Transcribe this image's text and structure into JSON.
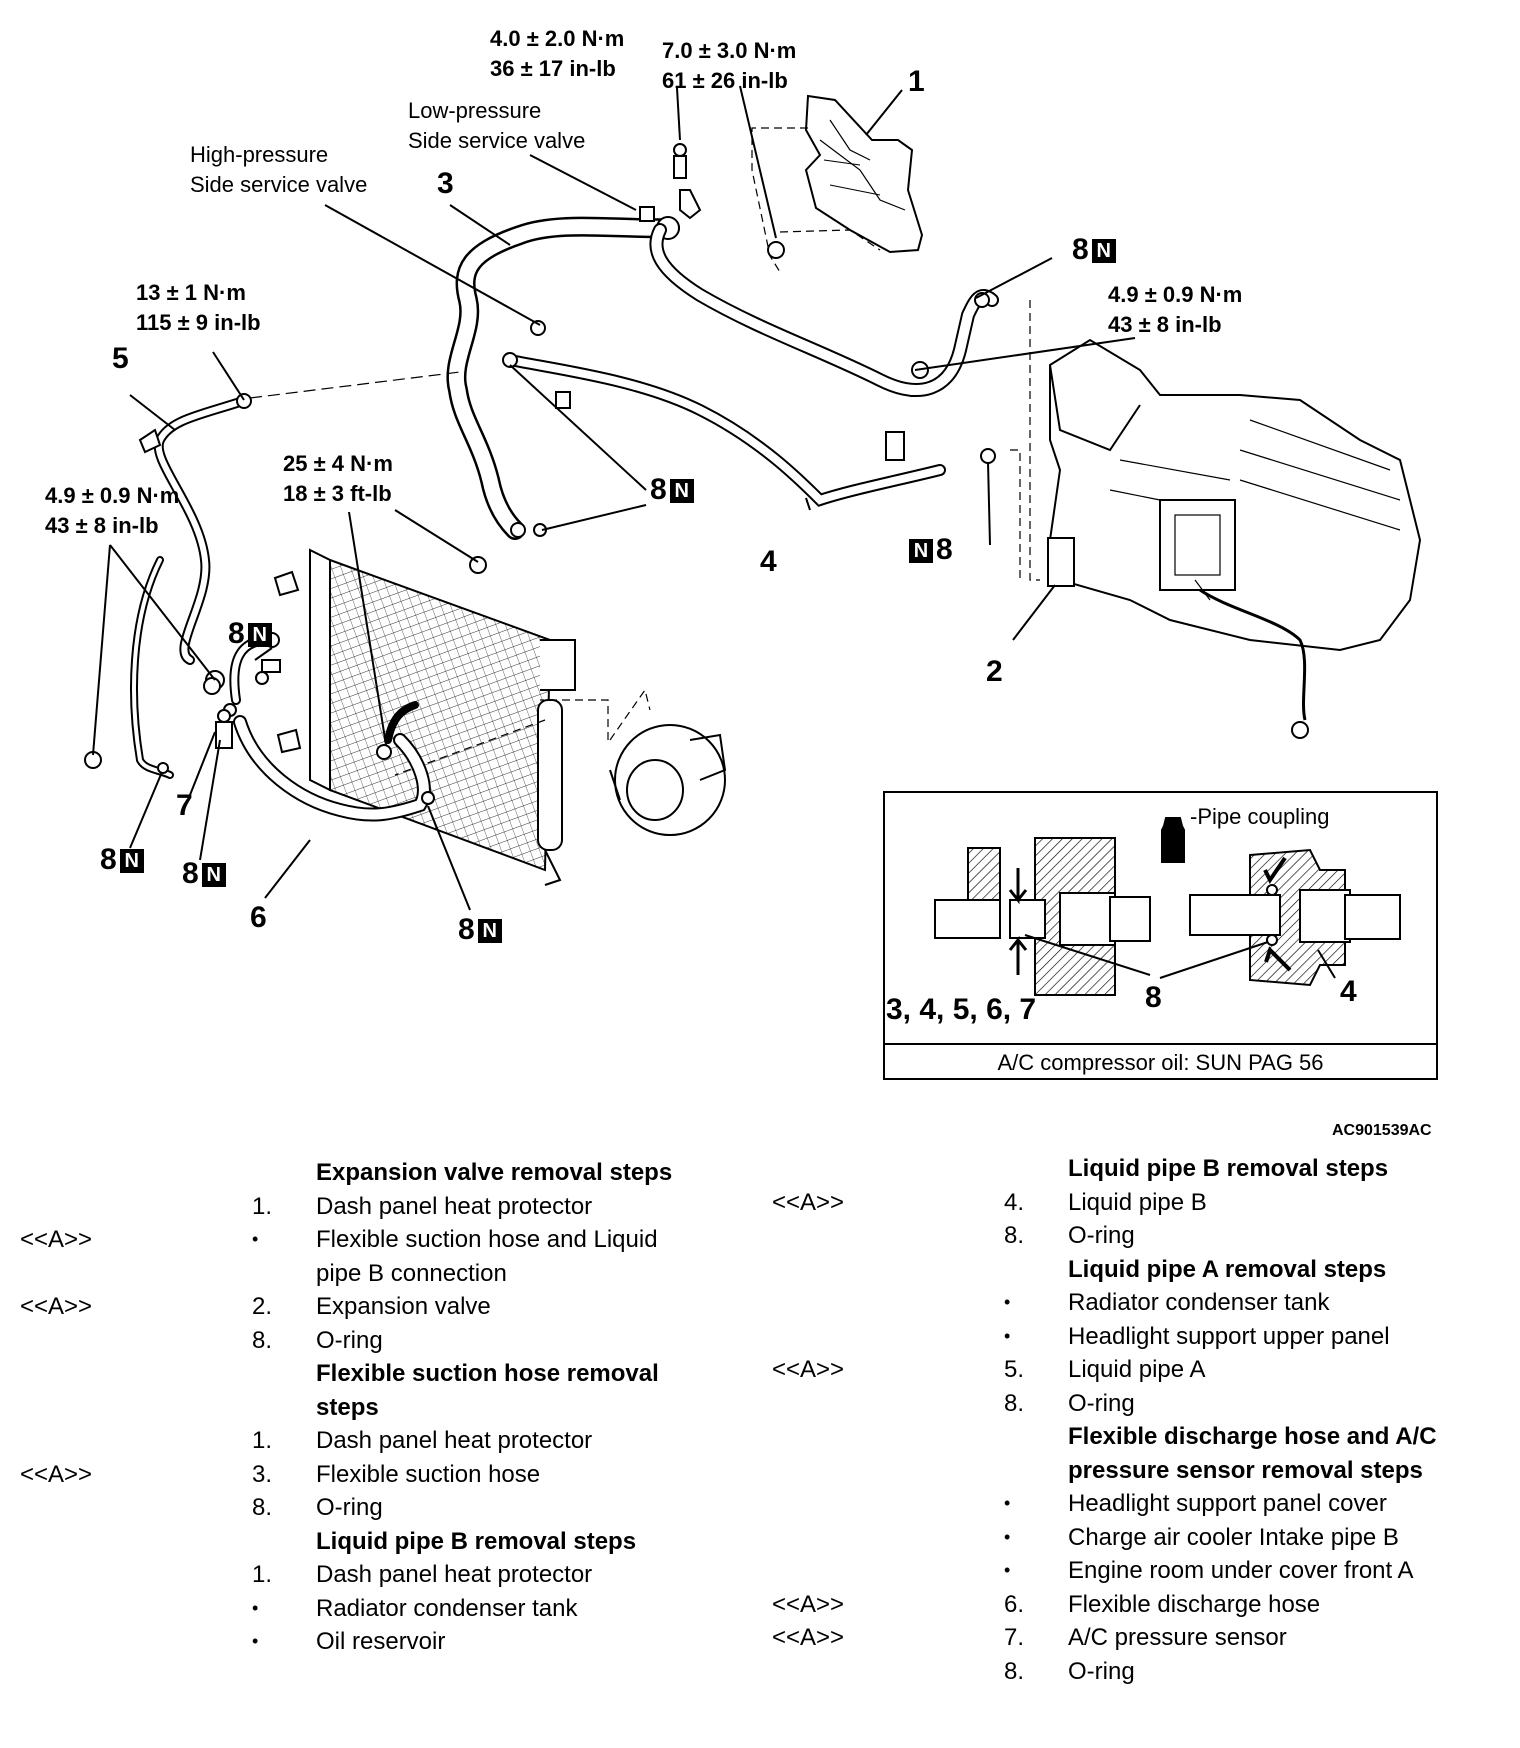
{
  "diagram": {
    "torques": {
      "bolt_top_a": [
        "4.0 ± 2.0 N·m",
        "36 ± 17 in-lb"
      ],
      "bolt_top_b": [
        "7.0 ± 3.0 N·m",
        "61 ± 26 in-lb"
      ],
      "pipe5_nut": [
        "13 ± 1 N·m",
        "115 ± 9 in-lb"
      ],
      "valve_bolt": [
        "4.9 ± 0.9 N·m",
        "43 ± 8 in-lb"
      ],
      "left_bolt": [
        "4.9 ± 0.9 N·m",
        "43 ± 8 in-lb"
      ],
      "condenser_bolt": [
        "25 ± 4 N·m",
        "18 ± 3 ft-lb"
      ]
    },
    "service_valves": {
      "low": [
        "Low-pressure",
        "Side service valve"
      ],
      "high": [
        "High-pressure",
        "Side service valve"
      ]
    },
    "callouts": {
      "n1": "1",
      "n2": "2",
      "n3": "3",
      "n4": "4",
      "n5": "5",
      "n6": "6",
      "n7": "7",
      "n8": "8",
      "nonreusable_mark": "N"
    },
    "inset": {
      "legend_text": "-Pipe coupling",
      "left_label": "3, 4, 5, 6, 7",
      "mid_label": "8",
      "right_label": "4",
      "caption": "A/C compressor oil: SUN PAG 56"
    },
    "figure_code": "AC901539AC"
  },
  "steps": {
    "marker": "<<A>>",
    "left": [
      {
        "mark": "",
        "num": "",
        "text": "Expansion valve removal steps",
        "head": true
      },
      {
        "mark": "",
        "num": "1.",
        "text": "Dash panel heat protector"
      },
      {
        "mark": "<<A>>",
        "num": "•",
        "text": "Flexible suction hose and Liquid"
      },
      {
        "mark": "",
        "num": "",
        "text": "pipe B connection"
      },
      {
        "mark": "<<A>>",
        "num": "2.",
        "text": "Expansion valve"
      },
      {
        "mark": "",
        "num": "8.",
        "text": "O-ring"
      },
      {
        "mark": "",
        "num": "",
        "text": "Flexible suction hose removal",
        "head": true
      },
      {
        "mark": "",
        "num": "",
        "text": "steps",
        "head": true
      },
      {
        "mark": "",
        "num": "1.",
        "text": "Dash panel heat protector"
      },
      {
        "mark": "<<A>>",
        "num": "3.",
        "text": "Flexible suction hose"
      },
      {
        "mark": "",
        "num": "8.",
        "text": "O-ring"
      },
      {
        "mark": "",
        "num": "",
        "text": "Liquid pipe B removal steps",
        "head": true
      },
      {
        "mark": "",
        "num": "1.",
        "text": "Dash panel heat protector"
      },
      {
        "mark": "",
        "num": "•",
        "text": "Radiator condenser tank"
      },
      {
        "mark": "",
        "num": "•",
        "text": "Oil reservoir"
      }
    ],
    "right": [
      {
        "mark": "",
        "num": "",
        "text": "Liquid pipe B removal steps",
        "head": true
      },
      {
        "mark": "<<A>>",
        "num": "4.",
        "text": "Liquid pipe B"
      },
      {
        "mark": "",
        "num": "8.",
        "text": "O-ring"
      },
      {
        "mark": "",
        "num": "",
        "text": "Liquid pipe A removal steps",
        "head": true
      },
      {
        "mark": "",
        "num": "•",
        "text": "Radiator condenser tank"
      },
      {
        "mark": "",
        "num": "•",
        "text": "Headlight support upper panel"
      },
      {
        "mark": "<<A>>",
        "num": "5.",
        "text": "Liquid pipe A"
      },
      {
        "mark": "",
        "num": "8.",
        "text": "O-ring"
      },
      {
        "mark": "",
        "num": "",
        "text": "Flexible discharge hose and A/C",
        "head": true
      },
      {
        "mark": "",
        "num": "",
        "text": "pressure sensor removal steps",
        "head": true
      },
      {
        "mark": "",
        "num": "•",
        "text": "Headlight support panel cover"
      },
      {
        "mark": "",
        "num": "•",
        "text": "Charge air cooler Intake pipe B"
      },
      {
        "mark": "",
        "num": "•",
        "text": "Engine room under cover front A"
      },
      {
        "mark": "<<A>>",
        "num": "6.",
        "text": "Flexible discharge hose"
      },
      {
        "mark": "<<A>>",
        "num": "7.",
        "text": "A/C pressure sensor"
      },
      {
        "mark": "",
        "num": "8.",
        "text": "O-ring"
      }
    ]
  }
}
